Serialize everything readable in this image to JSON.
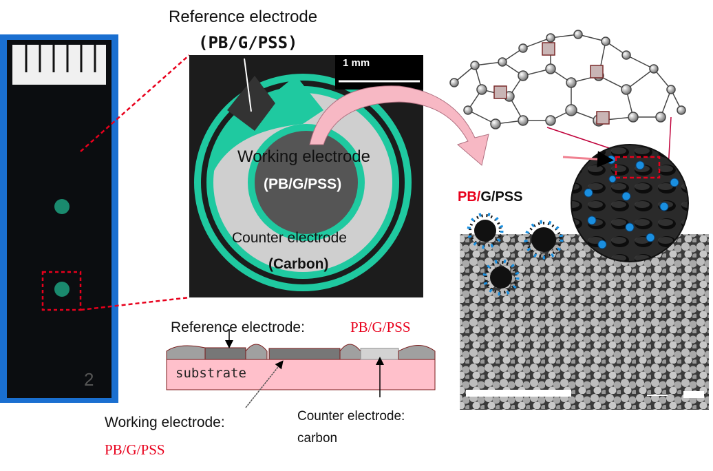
{
  "title_reference": "Reference electrode",
  "title_reference_material": "(PB/G/PSS)",
  "scale_bar": "1 mm",
  "photo_working": "Working electrode",
  "photo_working_material": "(PB/G/PSS)",
  "photo_counter": "Counter electrode",
  "photo_counter_material": "(Carbon)",
  "strip_number": "2",
  "nanocomposite_label": {
    "pb": "PB/",
    "rest": "G/PSS"
  },
  "cross_section": {
    "reference": "Reference electrode:",
    "reference_material": "PB/G/PSS",
    "substrate": "substrate",
    "working": "Working electrode:",
    "working_material": "PB/G/PSS",
    "counter": "Counter electrode:",
    "counter_material": "carbon"
  },
  "colors": {
    "accent_red": "#e8001c",
    "green": "#1fc9a0",
    "pink": "#ffc0cb",
    "blue": "#1a8fe0"
  }
}
